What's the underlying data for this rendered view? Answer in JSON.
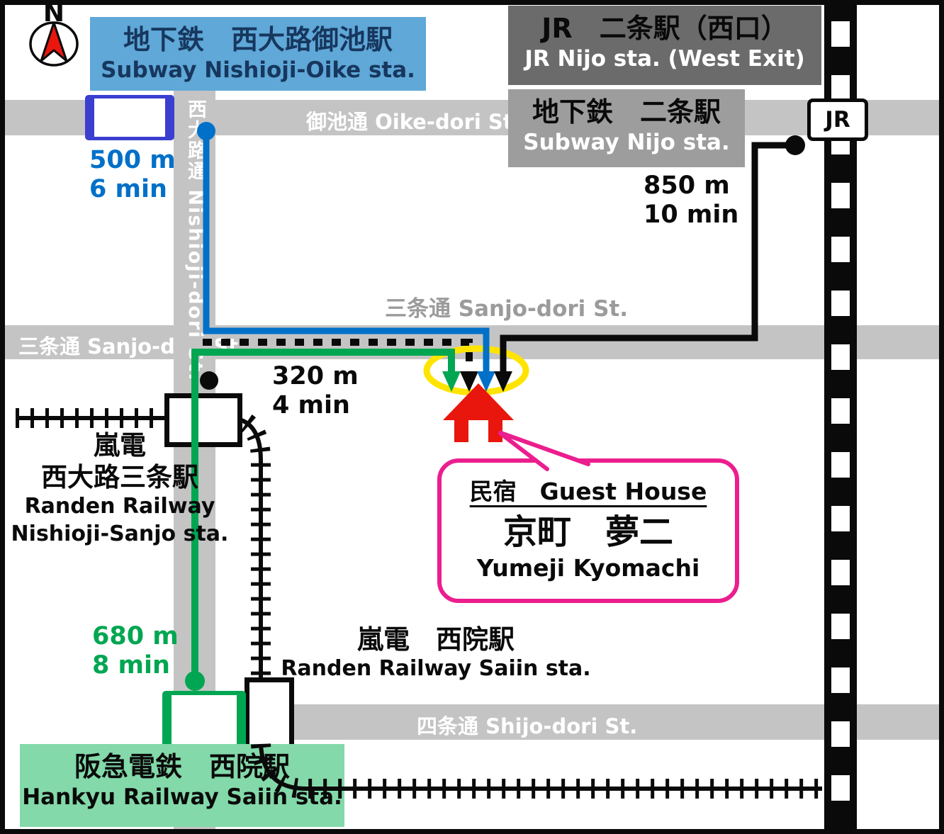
{
  "compass": {
    "label": "N"
  },
  "boxes": {
    "subway_oike": {
      "jp": "地下鉄　西大路御池駅",
      "en": "Subway Nishioji-Oike sta."
    },
    "jr_nijo": {
      "jp": "JR　二条駅（西口）",
      "en": "JR Nijo sta. (West Exit)"
    },
    "subway_nijo": {
      "jp": "地下鉄　二条駅",
      "en": "Subway Nijo sta."
    },
    "hankyu_saiin": {
      "jp": "阪急電鉄　西院駅",
      "en": "Hankyu Railway Saiin sta."
    }
  },
  "streets": {
    "oike": "御池通 Oike-dori St.",
    "sanjo_on_street": "三条通 Sanjo-dori St.",
    "sanjo_above": "三条通 Sanjo-dori St.",
    "shijo": "四条通 Shijo-dori St.",
    "nishioji_vertical": "西大路通 Nishioji-dori St."
  },
  "railways": {
    "jr_badge": "JR",
    "randen_nishioji_sanjo": {
      "jp_line1": "嵐電",
      "jp_line2": "西大路三条駅",
      "en_line1": "Randen Railway",
      "en_line2": "Nishioji-Sanjo sta."
    },
    "randen_saiin": {
      "jp": "嵐電　西院駅",
      "en": "Randen Railway  Saiin sta."
    }
  },
  "routes": {
    "subway_oike_walk": {
      "distance": "500 m",
      "time": "6 min",
      "color": "#0070c8"
    },
    "jr_nijo_walk": {
      "distance": "850 m",
      "time": "10 min",
      "color": "#0a0a0a"
    },
    "randen_sanjo_walk": {
      "distance": "320 m",
      "time": "4 min",
      "color": "#0a0a0a"
    },
    "hankyu_saiin_walk": {
      "distance": "680 m",
      "time": "8 min",
      "color": "#00a651"
    }
  },
  "guesthouse": {
    "category_line": "民宿　Guest House",
    "name_jp": "京町　夢二",
    "name_en": "Yumeji Kyomachi"
  },
  "colors": {
    "street_gray": "#c4c4c4",
    "route_blue": "#0070c8",
    "route_green": "#00a651",
    "route_black": "#0a0a0a",
    "highlight_yellow": "#ffe400",
    "guesthouse_red": "#e8160c",
    "bubble_pink": "#ec1e8e",
    "subway_box_blue": "#5fa8d8",
    "jr_box_gray": "#6b6b6b",
    "subway_nijo_box_gray": "#9d9d9d",
    "hankyu_box_green": "#83d9a9"
  }
}
